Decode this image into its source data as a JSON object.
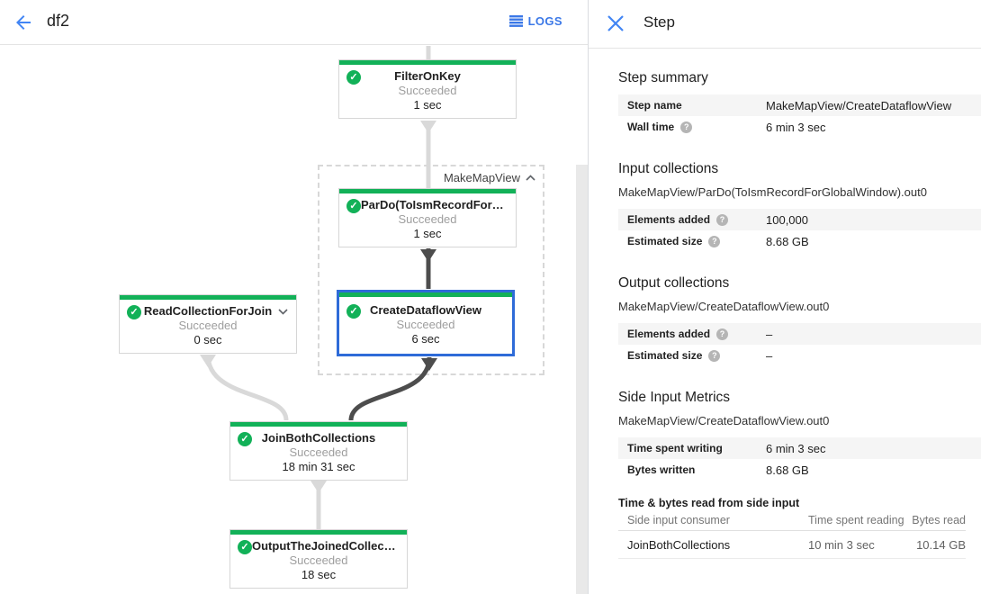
{
  "colors": {
    "green": "#12b158",
    "selection_blue": "#2e6bd8",
    "blue": "#4285f4",
    "link_blue": "#3b78e7",
    "edge_light": "#d9d9d9",
    "edge_dark": "#4d4d4d"
  },
  "icons": {
    "check": "✓",
    "help": "?"
  },
  "header": {
    "title": "df2",
    "logs_label": "LOGS"
  },
  "graph": {
    "group_label": "MakeMapView",
    "nodes": [
      {
        "title": "FilterOnKey",
        "status": "Succeeded",
        "time": "1 sec"
      },
      {
        "title": "ParDo(ToIsmRecordFor…",
        "status": "Succeeded",
        "time": "1 sec"
      },
      {
        "title": "CreateDataflowView",
        "status": "Succeeded",
        "time": "6 sec"
      },
      {
        "title": "ReadCollectionForJoin",
        "status": "Succeeded",
        "time": "0 sec"
      },
      {
        "title": "JoinBothCollections",
        "status": "Succeeded",
        "time": "18 min 31 sec"
      },
      {
        "title": "OutputTheJoinedCollec…",
        "status": "Succeeded",
        "time": "18 sec"
      }
    ]
  },
  "panel": {
    "title": "Step",
    "step_summary": {
      "heading": "Step summary",
      "rows": [
        {
          "label": "Step name",
          "value": "MakeMapView/CreateDataflowView"
        },
        {
          "label": "Wall time",
          "value": "6 min 3 sec"
        }
      ]
    },
    "input_collections": {
      "heading": "Input collections",
      "collection": "MakeMapView/ParDo(ToIsmRecordForGlobalWindow).out0",
      "rows": [
        {
          "label": "Elements added",
          "value": "100,000"
        },
        {
          "label": "Estimated size",
          "value": "8.68 GB"
        }
      ]
    },
    "output_collections": {
      "heading": "Output collections",
      "collection": "MakeMapView/CreateDataflowView.out0",
      "rows": [
        {
          "label": "Elements added",
          "value": "–"
        },
        {
          "label": "Estimated size",
          "value": "–"
        }
      ]
    },
    "side_input_metrics": {
      "heading": "Side Input Metrics",
      "collection": "MakeMapView/CreateDataflowView.out0",
      "rows": [
        {
          "label": "Time spent writing",
          "value": "6 min 3 sec"
        },
        {
          "label": "Bytes written",
          "value": "8.68 GB"
        }
      ],
      "table": {
        "heading": "Time & bytes read from side input",
        "columns": [
          "Side input consumer",
          "Time spent reading",
          "Bytes read"
        ],
        "rows": [
          [
            "JoinBothCollections",
            "10 min 3 sec",
            "10.14 GB"
          ]
        ]
      }
    }
  }
}
